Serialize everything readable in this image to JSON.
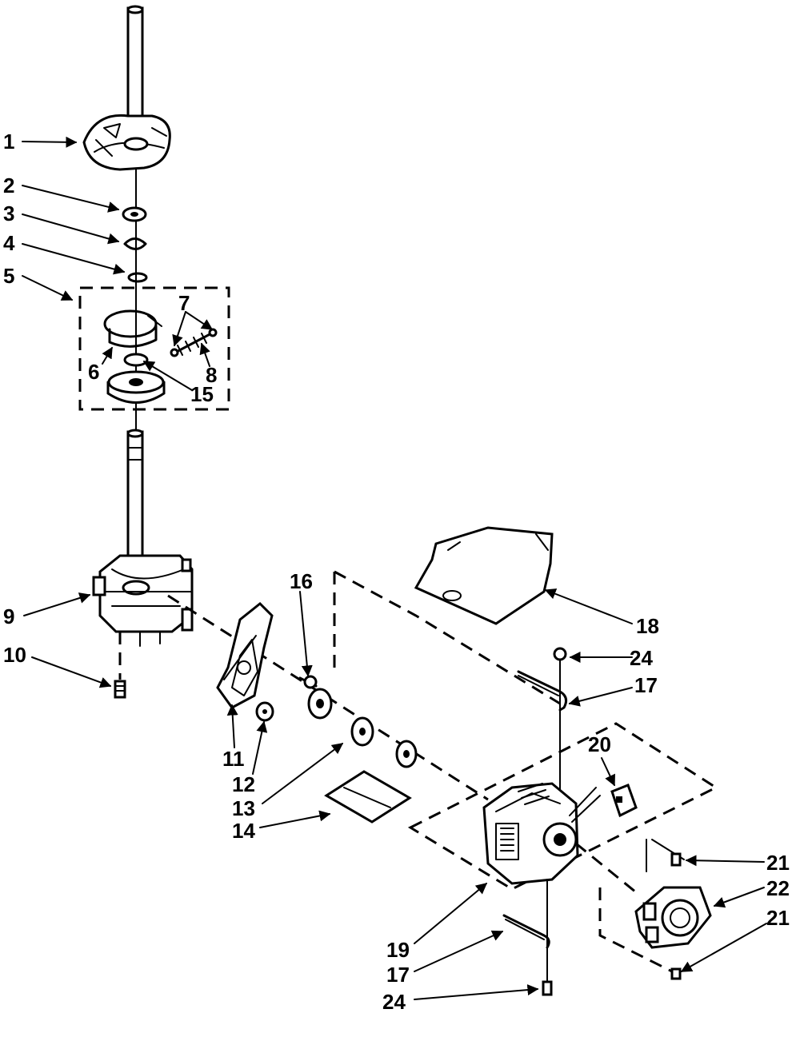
{
  "callouts": {
    "c1": "1",
    "c2": "2",
    "c3": "3",
    "c4": "4",
    "c5": "5",
    "c6": "6",
    "c7": "7",
    "c8": "8",
    "c9": "9",
    "c10": "10",
    "c11": "11",
    "c12": "12",
    "c13": "13",
    "c14": "14",
    "c15": "15",
    "c16": "16",
    "c17a": "17",
    "c17b": "17",
    "c18": "18",
    "c19": "19",
    "c20": "20",
    "c21a": "21",
    "c21b": "21",
    "c22": "22",
    "c24a": "24",
    "c24b": "24"
  }
}
